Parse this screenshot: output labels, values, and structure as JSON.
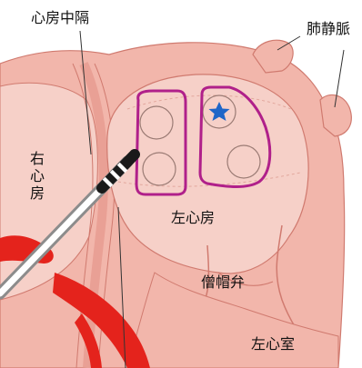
{
  "labels": {
    "atrial_septum": "心房中隔",
    "pulmonary_vein": "肺静脈",
    "right_atrium": "右心房",
    "left_atrium": "左心房",
    "mitral_valve": "僧帽弁",
    "left_ventricle": "左心室"
  },
  "colors": {
    "background": "#ffffff",
    "tissue_light": "#f6d0c8",
    "tissue_mid": "#f2b6ab",
    "tissue_dark": "#e9a095",
    "outline": "#d07a6f",
    "blood_red": "#e4231c",
    "ablation_line": "#b0208a",
    "catheter_gray": "#8c8c8c",
    "catheter_dark": "#1a1a1a",
    "star_blue": "#1f66c8"
  },
  "icons": {
    "marker": "star-icon"
  }
}
